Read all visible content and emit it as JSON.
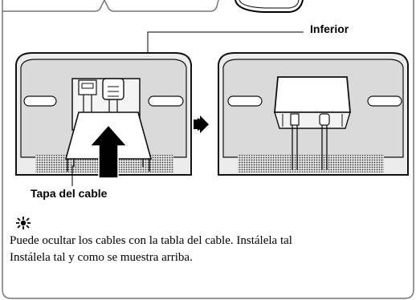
{
  "labels": {
    "inferior": "Inferior",
    "tapa_del_cable": "Tapa del cable"
  },
  "note": {
    "icon": "tip-sparkle-icon",
    "line1": "Puede ocultar los cables con la tabla del cable. Instálela tal",
    "line2": "Instálela tal y como se muestra arriba."
  },
  "colors": {
    "panel": "#ececec",
    "panel_inner": "#d9d9d9",
    "stroke": "#111111",
    "frame": "#666666"
  }
}
